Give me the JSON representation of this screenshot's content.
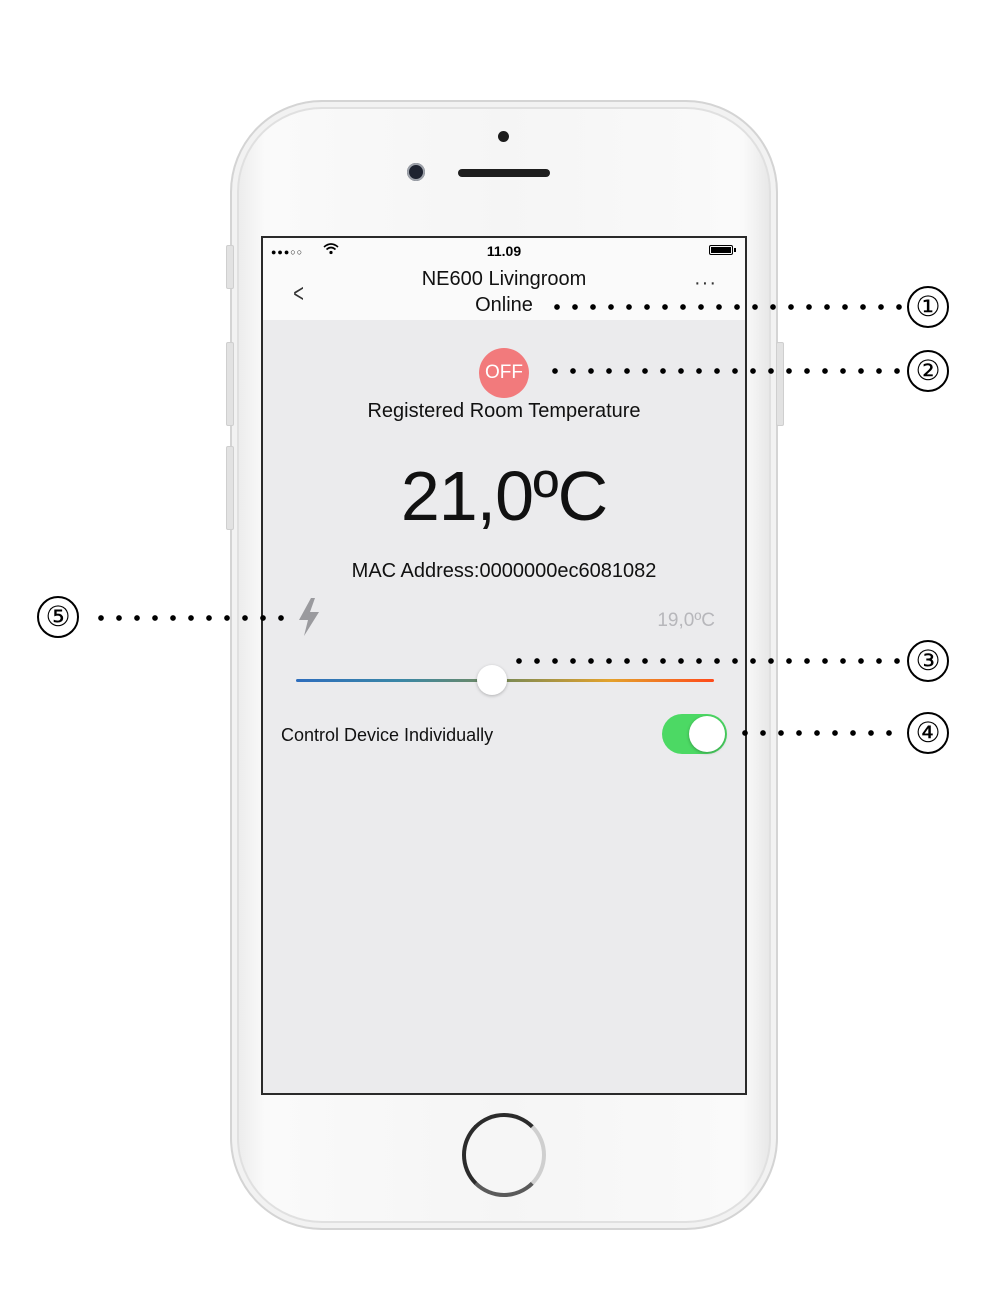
{
  "status_bar": {
    "signal": "●●●○○",
    "time": "11.09"
  },
  "nav": {
    "title": "NE600 Livingroom",
    "subtitle": "Online"
  },
  "device": {
    "state_badge": "OFF",
    "room_temp_label": "Registered Room Temperature",
    "room_temp": "21,0ºC",
    "mac_address": "MAC Address:0000000ec6081082",
    "setpoint": "19,0ºC",
    "control_label": "Control Device Individually",
    "control_individually": true,
    "slider_fraction": 0.47
  },
  "callouts": [
    "①",
    "②",
    "③",
    "④",
    "⑤"
  ],
  "colors": {
    "off_badge": "#f27a7c",
    "toggle_on": "#4cd964",
    "setpoint_text": "#b7b7bb",
    "screen_bg": "#ebebed"
  },
  "icons": {
    "back": "chevron-left-icon",
    "more": "more-dots-icon",
    "heating": "lightning-bolt-icon",
    "wifi": "wifi-icon",
    "battery": "battery-icon"
  }
}
